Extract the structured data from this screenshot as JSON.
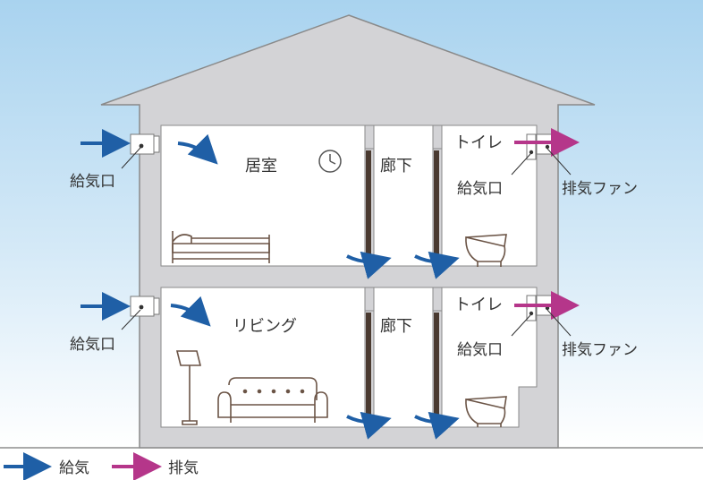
{
  "colors": {
    "sky_top": "#a9d3ef",
    "sky_bottom": "#ffffff",
    "house_fill": "#d3d3d6",
    "house_stroke": "#8a8a8a",
    "room_fill": "#ffffff",
    "wall_dark": "#4a3a30",
    "supply_arrow": "#1f5fa6",
    "exhaust_arrow": "#b5368a",
    "furniture": "#6b5446",
    "text": "#333333"
  },
  "upper_floor": {
    "room_label": "居室",
    "hall_label": "廊下",
    "toilet_label": "トイレ",
    "inlet_left_label": "給気口",
    "inlet_toilet_label": "給気口",
    "fan_label": "排気ファン",
    "icons": [
      "clock-icon",
      "bed-icon",
      "toilet-icon"
    ]
  },
  "lower_floor": {
    "room_label": "リビング",
    "hall_label": "廊下",
    "toilet_label": "トイレ",
    "inlet_left_label": "給気口",
    "inlet_toilet_label": "給気口",
    "fan_label": "排気ファン",
    "icons": [
      "floor-lamp-icon",
      "sofa-icon",
      "toilet-icon"
    ]
  },
  "legend": {
    "supply_label": "給気",
    "exhaust_label": "排気"
  }
}
